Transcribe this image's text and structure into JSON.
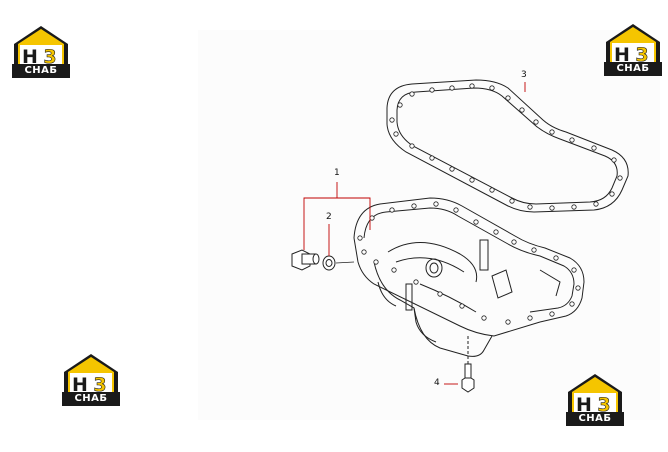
{
  "logo": {
    "text_h": "H",
    "text_num": "3",
    "caption": "СНАБ",
    "colors": {
      "yellow": "#f5c500",
      "dark": "#1a1a1a"
    }
  },
  "callouts": {
    "oil_pan_assembly": "1",
    "drain_plug_washer": "2",
    "oil_pan_gasket": "3",
    "bolt": "4"
  },
  "colors": {
    "line": "#222222",
    "callout_leader": "#c00000"
  }
}
